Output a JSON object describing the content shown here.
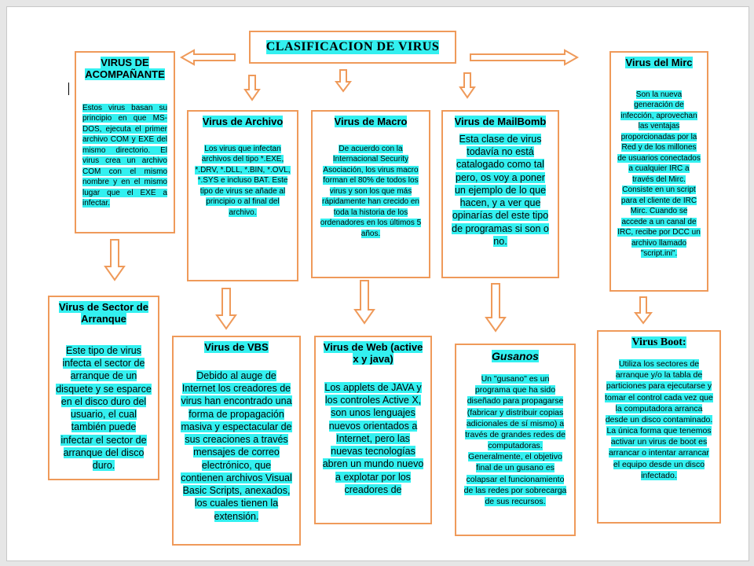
{
  "colors": {
    "border": "#ef9a5a",
    "highlight": "#33f0f0"
  },
  "title": "CLASIFICACION DE VIRUS",
  "boxes": {
    "acompanante": {
      "title": "VIRUS DE ACOMPAÑANTE",
      "text": "Estos virus basan su principio en que MS-DOS, ejecuta el primer archivo COM y EXE del mismo directorio. El virus crea un archivo COM con el mismo nombre y en el mismo lugar que el EXE a infectar."
    },
    "archivo": {
      "title": "Virus de Archivo",
      "text": "Los virus que infectan archivos del tipo *.EXE, *.DRV, *.DLL, *.BIN, *.OVL, *.SYS e incluso BAT. Este tipo de virus se añade al principio o al final del archivo."
    },
    "macro": {
      "title": "Virus de Macro",
      "text": "De acuerdo con la Internacional Security Asociación, los virus macro forman el 80% de todos los virus y son los que más rápidamente han crecido en toda la historia de los ordenadores en los últimos 5 años."
    },
    "mailbomb": {
      "title": "Virus de MailBomb",
      "text": "Esta clase de virus todavía no está catalogado como tal pero, os voy a poner un ejemplo de lo que hacen, y a ver que opinarías del este tipo de programas si son o no."
    },
    "mirc": {
      "title": "Virus del Mirc",
      "text": "Son la nueva generación de infección, aprovechan las ventajas proporcionadas por la Red y de los millones de usuarios conectados a cualquier IRC a través del Mirc. Consiste en un script para el cliente de IRC Mirc. Cuando se accede a un canal de IRC, recibe por DCC un archivo llamado \"script.ini\"."
    },
    "sector": {
      "title": "Virus de Sector de Arranque",
      "text": "Este tipo de virus infecta el sector de arranque de un disquete y se esparce en el disco duro del usuario, el cual también puede infectar el sector de arranque del disco duro."
    },
    "vbs": {
      "title": "Virus de VBS",
      "text": "Debido al auge de Internet los creadores de virus han encontrado una forma de propagación masiva y espectacular de sus creaciones a través mensajes de correo electrónico, que contienen archivos Visual Basic Scripts, anexados, los cuales tienen la extensión."
    },
    "web": {
      "title": "Virus de Web (active x y java)",
      "text": "Los applets de JAVA y los controles Active X, son unos lenguajes nuevos orientados a Internet, pero las nuevas tecnologías abren un mundo nuevo a explotar por los creadores de"
    },
    "gusanos": {
      "title": "Gusanos",
      "text": "Un \"gusano\" es un programa que ha sido diseñado para propagarse (fabricar y distribuir copias adicionales de sí mismo) a través de grandes redes de computadoras. Generalmente, el objetivo final de un gusano es colapsar el funcionamiento de las redes por sobrecarga de sus recursos."
    },
    "boot": {
      "title": "Virus Boot:",
      "text": "Utiliza los sectores de arranque y/o la tabla de particiones para ejecutarse y tomar el control cada vez que la computadora arranca desde un disco contaminado. La única forma que tenemos activar un virus de boot es arrancar o intentar arrancar el equipo desde un disco infectado."
    }
  }
}
